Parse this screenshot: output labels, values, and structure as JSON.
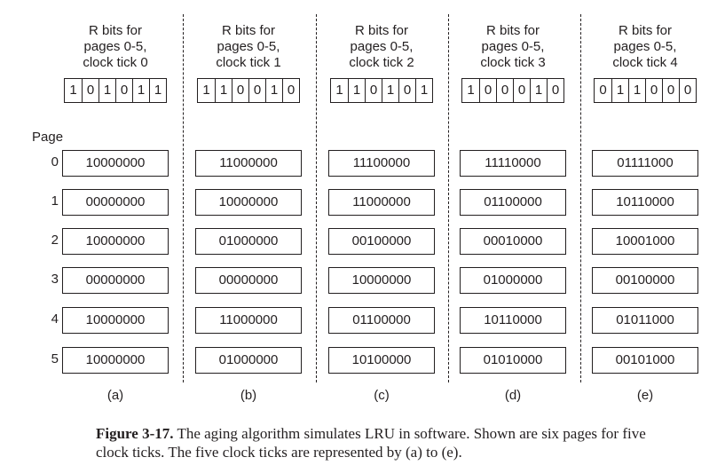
{
  "page_axis_label": "Page",
  "pages": [
    "0",
    "1",
    "2",
    "3",
    "4",
    "5"
  ],
  "columns": [
    {
      "header": [
        "R bits for",
        "pages 0-5,",
        "clock tick 0"
      ],
      "rbits": [
        "1",
        "0",
        "1",
        "0",
        "1",
        "1"
      ],
      "counters": [
        "10000000",
        "00000000",
        "10000000",
        "00000000",
        "10000000",
        "10000000"
      ],
      "label": "(a)"
    },
    {
      "header": [
        "R bits for",
        "pages 0-5,",
        "clock tick 1"
      ],
      "rbits": [
        "1",
        "1",
        "0",
        "0",
        "1",
        "0"
      ],
      "counters": [
        "11000000",
        "10000000",
        "01000000",
        "00000000",
        "11000000",
        "01000000"
      ],
      "label": "(b)"
    },
    {
      "header": [
        "R bits for",
        "pages 0-5,",
        "clock tick 2"
      ],
      "rbits": [
        "1",
        "1",
        "0",
        "1",
        "0",
        "1"
      ],
      "counters": [
        "11100000",
        "11000000",
        "00100000",
        "10000000",
        "01100000",
        "10100000"
      ],
      "label": "(c)"
    },
    {
      "header": [
        "R bits for",
        "pages 0-5,",
        "clock tick 3"
      ],
      "rbits": [
        "1",
        "0",
        "0",
        "0",
        "1",
        "0"
      ],
      "counters": [
        "11110000",
        "01100000",
        "00010000",
        "01000000",
        "10110000",
        "01010000"
      ],
      "label": "(d)"
    },
    {
      "header": [
        "R bits for",
        "pages 0-5,",
        "clock tick 4"
      ],
      "rbits": [
        "0",
        "1",
        "1",
        "0",
        "0",
        "0"
      ],
      "counters": [
        "01111000",
        "10110000",
        "10001000",
        "00100000",
        "01011000",
        "00101000"
      ],
      "label": "(e)"
    }
  ],
  "caption": {
    "figure_label": "Figure 3-17.",
    "text": " The aging algorithm simulates LRU in software. Shown are six pages for five clock ticks. The five clock ticks are represented by (a) to (e)."
  }
}
